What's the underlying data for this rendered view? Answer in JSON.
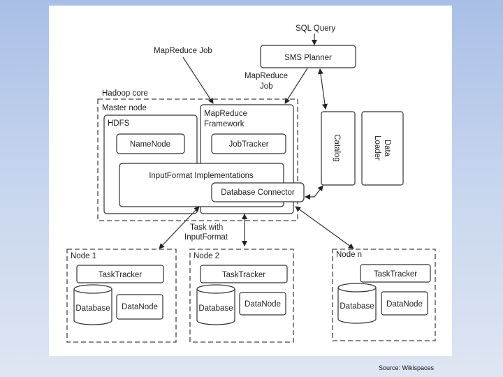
{
  "diagram": {
    "sql_query": "SQL Query",
    "sms_planner": "SMS Planner",
    "mapreduce_job_left": "MapReduce Job",
    "mapreduce_job_right": [
      "MapReduce",
      "Job"
    ],
    "hadoop_core": "Hadoop core",
    "master_node": "Master node",
    "hdfs": "HDFS",
    "mapreduce_framework": [
      "MapReduce",
      "Framework"
    ],
    "namenode": "NameNode",
    "jobtracker": "JobTracker",
    "inputformat": "InputFormat Implementations",
    "db_connector": "Database Connector",
    "catalog": "Catalog",
    "data_loader": [
      "Data",
      "Loader"
    ],
    "task_label": [
      "Task with",
      "InputFormat"
    ],
    "nodes": [
      {
        "name": "Node 1",
        "tasktracker": "TaskTracker",
        "database": "Database",
        "datanode": "DataNode"
      },
      {
        "name": "Node 2",
        "tasktracker": "TaskTracker",
        "database": "Database",
        "datanode": "DataNode"
      },
      {
        "name": "Node n",
        "tasktracker": "TaskTracker",
        "database": "Database",
        "datanode": "DataNode"
      }
    ]
  },
  "source": "Source: Wikispaces"
}
